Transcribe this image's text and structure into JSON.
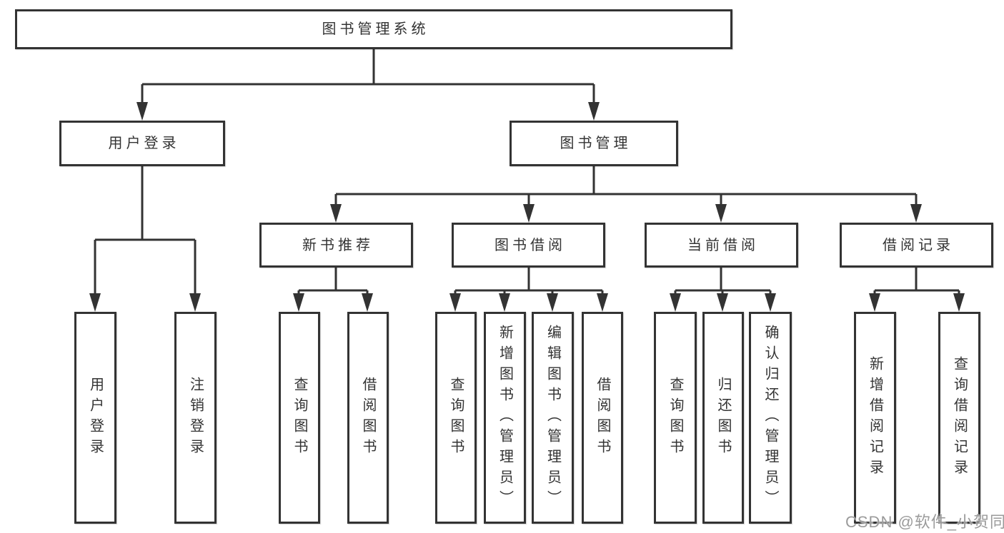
{
  "tree": {
    "root": {
      "label": "图书管理系统"
    },
    "branches": [
      {
        "label": "用户登录",
        "children": [
          {
            "label": "用户登录"
          },
          {
            "label": "注销登录"
          }
        ]
      },
      {
        "label": "图书管理",
        "children": [
          {
            "label": "新书推荐",
            "children": [
              {
                "label": "查询图书"
              },
              {
                "label": "借阅图书"
              }
            ]
          },
          {
            "label": "图书借阅",
            "children": [
              {
                "label": "查询图书"
              },
              {
                "label": "新增图书（管理员）"
              },
              {
                "label": "编辑图书（管理员）"
              },
              {
                "label": "借阅图书"
              }
            ]
          },
          {
            "label": "当前借阅",
            "children": [
              {
                "label": "查询图书"
              },
              {
                "label": "归还图书"
              },
              {
                "label": "确认归还（管理员）"
              }
            ]
          },
          {
            "label": "借阅记录",
            "children": [
              {
                "label": "新增借阅记录"
              },
              {
                "label": "查询借阅记录"
              }
            ]
          }
        ]
      }
    ]
  },
  "watermark": {
    "text": "CSDN @软件_小贺同学"
  },
  "colors": {
    "line": "#333333",
    "box_border": "#333333",
    "box_fill": "#ffffff",
    "text": "#333333",
    "watermark": "#9b9b9b",
    "background": "#ffffff"
  }
}
